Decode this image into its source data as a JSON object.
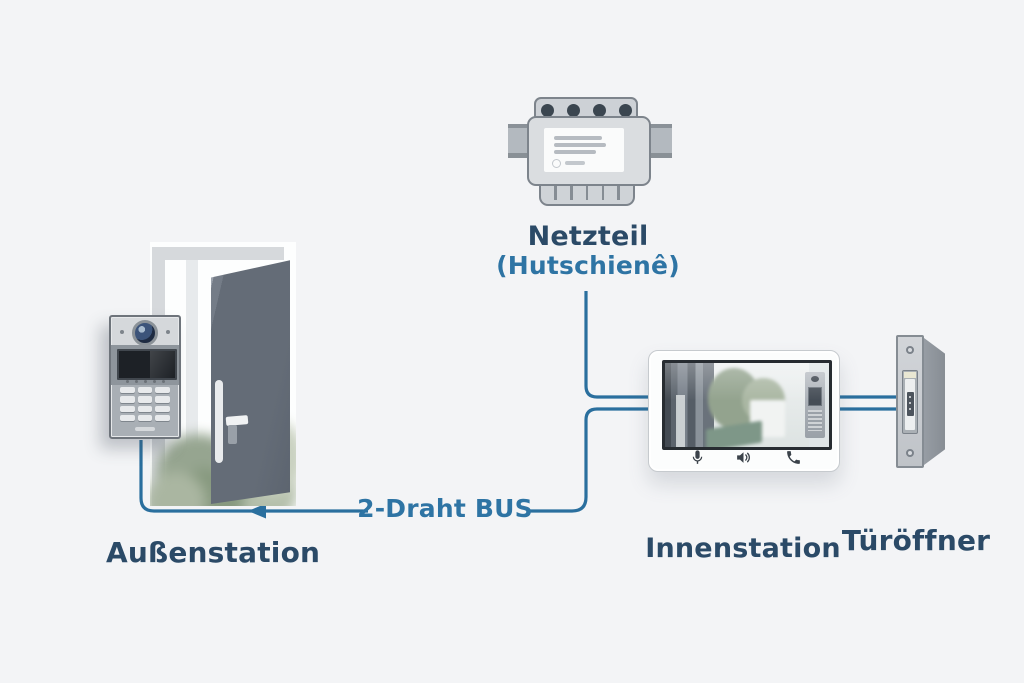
{
  "page": {
    "background": "#f3f4f6"
  },
  "labels": {
    "netzteil_title": "Netzteil",
    "netzteil_subtitle": "(Hutschienê)",
    "bus": "2-Draht BUS",
    "aussenstation": "Außenstation",
    "innenstation": "Innenstation",
    "tueroeffner": "Türöffner"
  },
  "colors": {
    "background": "#f3f4f6",
    "wire": "#2a6f9e",
    "label_dark": "#2b4a67",
    "label_blue": "#2e74a4"
  },
  "icons": {
    "monitor_buttons": [
      "microphone-icon",
      "speaker-icon",
      "phone-icon"
    ]
  },
  "connections": [
    {
      "from": "Netzteil (Hutschienê)",
      "to": "Innenstation"
    },
    {
      "from": "Innenstation",
      "to": "Außenstation",
      "label": "2-Draht BUS",
      "arrow_direction": "toward Außenstation"
    },
    {
      "from": "Innenstation",
      "to": "Türöffner",
      "wires": 2
    }
  ]
}
